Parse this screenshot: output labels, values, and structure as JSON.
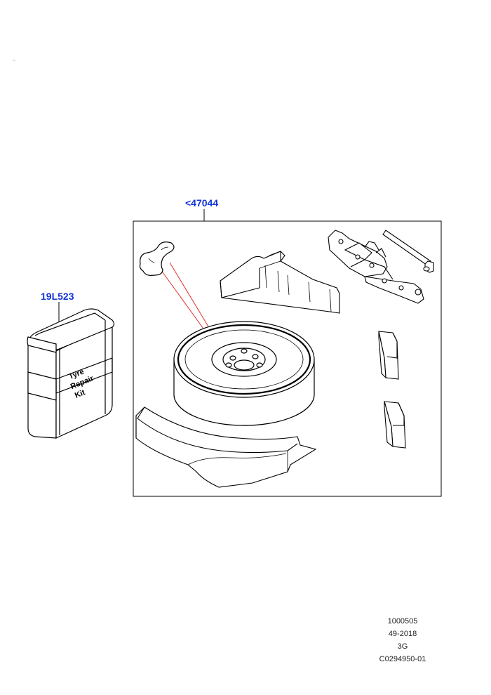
{
  "callouts": {
    "kit_box_ref": "19L523",
    "spare_wheel_set_ref": "<47044"
  },
  "tyre_kit_box": {
    "label_line1": "Tyre",
    "label_line2": "Repair",
    "label_line3": "Kit"
  },
  "footer": {
    "line1": "1000505",
    "line2": "49-2018",
    "line3": "3G",
    "line4": "C0294950-01"
  },
  "colors": {
    "callout_text": "#1535d8",
    "line_art": "#000000",
    "leader_red": "#e03030"
  }
}
